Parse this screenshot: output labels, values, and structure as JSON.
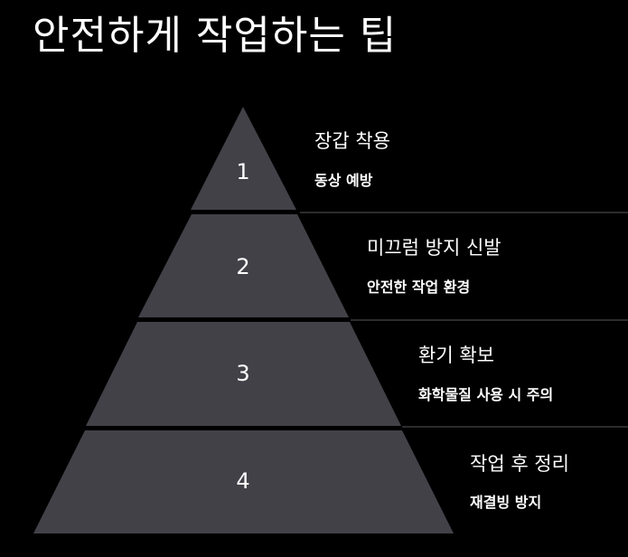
{
  "title": "안전하게 작업하는 팁",
  "colors": {
    "background": "#000000",
    "tier_fill": "#424148",
    "divider": "#3a3a3e",
    "text": "#ffffff"
  },
  "tiers": [
    {
      "number": "1",
      "title": "장갑 착용",
      "subtitle": "동상 예방"
    },
    {
      "number": "2",
      "title": "미끄럼 방지 신발",
      "subtitle": "안전한 작업 환경"
    },
    {
      "number": "3",
      "title": "환기 확보",
      "subtitle": "화학물질 사용 시 주의"
    },
    {
      "number": "4",
      "title": "작업 후 정리",
      "subtitle": "재결빙 방지"
    }
  ]
}
